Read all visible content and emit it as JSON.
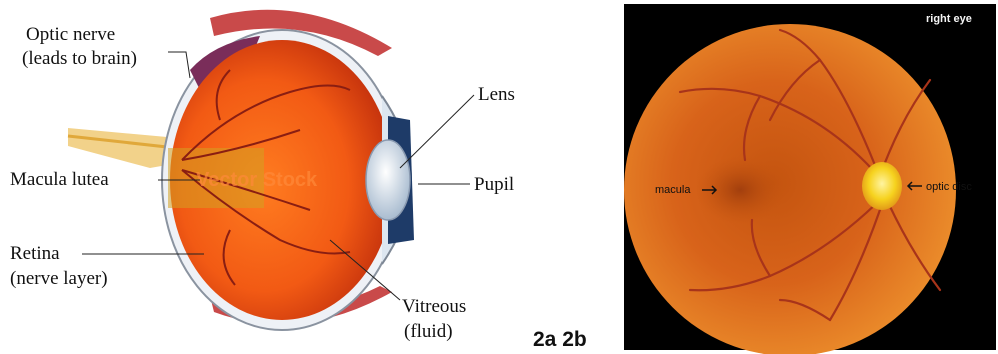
{
  "diagram_a": {
    "labels": {
      "optic_nerve_1": "Optic nerve",
      "optic_nerve_2": "(leads to brain)",
      "macula_lutea": "Macula lutea",
      "retina_1": "Retina",
      "retina_2": "(nerve layer)",
      "lens": "Lens",
      "pupil": "Pupil",
      "vitreous_1": "Vitreous",
      "vitreous_2": "(fluid)"
    },
    "watermark": "Vector Stock"
  },
  "figure_ids": "2a 2b",
  "diagram_b": {
    "eye_side": "right eye",
    "macula": "macula",
    "optic_disc": "optic disc"
  },
  "colors": {
    "eyeball": "#f25a14",
    "sclera": "#f4f6fa",
    "fundus_bg": "#000000",
    "fundus": "#d8631a",
    "vessel": "#a8341a",
    "disc": "#f6d21e"
  }
}
